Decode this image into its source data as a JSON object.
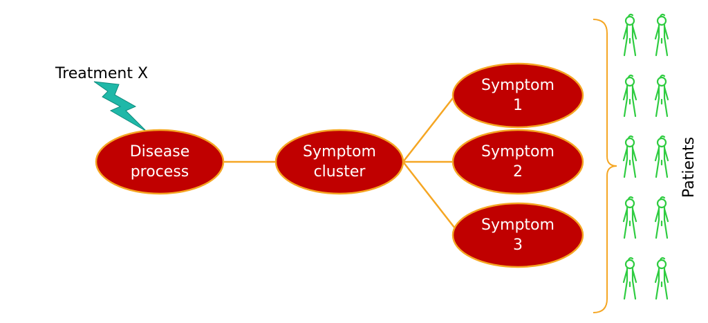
{
  "colors": {
    "node_fill": "#c00000",
    "node_outline": "#f5a623",
    "edge": "#f5a623",
    "bolt": "#1fb8a8",
    "patient": "#2ecc40",
    "label_on_node": "#ffffff",
    "text": "#000000"
  },
  "treatment": {
    "label": "Treatment X",
    "icon": "lightning-bolt-icon"
  },
  "nodes": {
    "disease": {
      "line1": "Disease",
      "line2": "process"
    },
    "cluster": {
      "line1": "Symptom",
      "line2": "cluster"
    },
    "symptom1": {
      "line1": "Symptom",
      "line2": "1"
    },
    "symptom2": {
      "line1": "Symptom",
      "line2": "2"
    },
    "symptom3": {
      "line1": "Symptom",
      "line2": "3"
    }
  },
  "patients": {
    "label": "Patients",
    "count": 10,
    "icon": "person-icon"
  }
}
